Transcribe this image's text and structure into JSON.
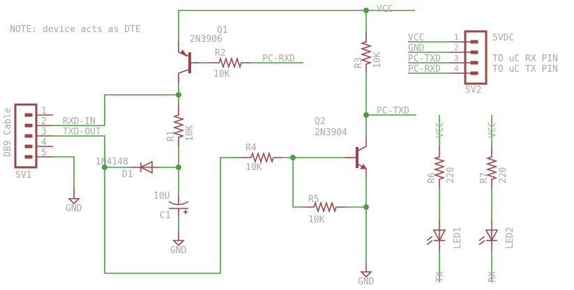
{
  "note": "NOTE: device acts as DTE",
  "net_labels": {
    "vcc_top": "VCC",
    "pc_rxd": "PC-RXD",
    "pc_txd": "PC-TXD",
    "vcc_led1": "VCC",
    "vcc_led2": "VCC",
    "tx": "TX",
    "rx": "RX",
    "gnd_sv1": "GND",
    "gnd_c1": "GND",
    "gnd_q2": "GND"
  },
  "components": {
    "q1": {
      "name": "Q1",
      "value": "2N3906"
    },
    "q2": {
      "name": "Q2",
      "value": "2N3904"
    },
    "r1": {
      "name": "R1",
      "value": "10K"
    },
    "r2": {
      "name": "R2",
      "value": "10K"
    },
    "r3": {
      "name": "R3",
      "value": "10K"
    },
    "r4": {
      "name": "R4",
      "value": "10K"
    },
    "r5": {
      "name": "R5",
      "value": "10K"
    },
    "r6": {
      "name": "R6",
      "value": "220"
    },
    "r7": {
      "name": "R7",
      "value": "220"
    },
    "d1": {
      "name": "D1",
      "value": "1N4148"
    },
    "c1": {
      "name": "C1",
      "value": "10U"
    },
    "led1": {
      "name": "LED1"
    },
    "led2": {
      "name": "LED2"
    }
  },
  "sv1": {
    "name": "SV1",
    "title": "DB9 Cable",
    "pins": [
      "1",
      "2",
      "3",
      "4",
      "5"
    ],
    "signals": {
      "pin2": "RXD-IN",
      "pin3": "TXD-OUT"
    }
  },
  "sv2": {
    "name": "SV2",
    "pins": [
      {
        "num": "1",
        "net": "VCC",
        "desc": "5VDC"
      },
      {
        "num": "2",
        "net": "GND",
        "desc": ""
      },
      {
        "num": "3",
        "net": "PC-TXD",
        "desc": "TO uC RX PIN"
      },
      {
        "num": "4",
        "net": "PC-RXD",
        "desc": "TO uC TX PIN"
      }
    ]
  }
}
